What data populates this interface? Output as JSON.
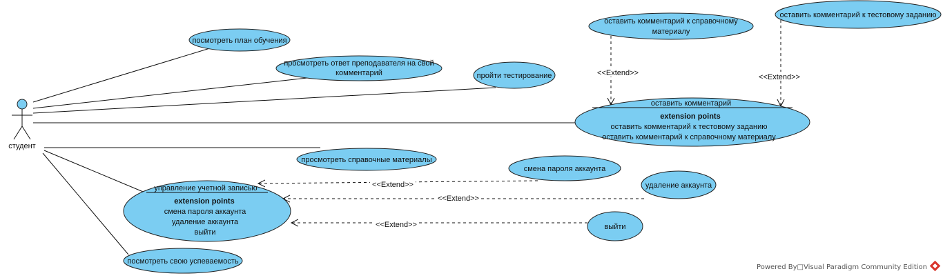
{
  "actor": {
    "name": "студент"
  },
  "use_cases": {
    "view_plan": "посмотреть план обучения",
    "view_answer_line1": "просмотреть ответ преподавателя на свой",
    "view_answer_line2": "комментарий",
    "take_test": "пройти тестирование",
    "view_materials": "просмотреть справочные материалы",
    "view_progress": "посмотреть свою успеваемость",
    "comment_material_line1": "оставить комментарий к справочному",
    "comment_material_line2": "материалу",
    "comment_test": "оставить комментарий к тестовому заданию",
    "change_password": "смена пароля аккаунта",
    "delete_account": "удаление аккаунта",
    "logout": "выйти"
  },
  "extension_cases": {
    "leave_comment": {
      "title": "оставить комментарий",
      "ext_header": "extension points",
      "points": [
        "оставить комментарий к тестовому заданию",
        "оставить комментарий к справочному материалу"
      ]
    },
    "account_management": {
      "title": "управление учетной записью",
      "ext_header": "extension points",
      "points": [
        "смена пароля аккаунта",
        "удаление аккаунта",
        "выйти"
      ]
    }
  },
  "relations": {
    "extend_label": "<<Extend>>"
  },
  "footer": {
    "text": "Powered By□Visual Paradigm Community Edition"
  }
}
